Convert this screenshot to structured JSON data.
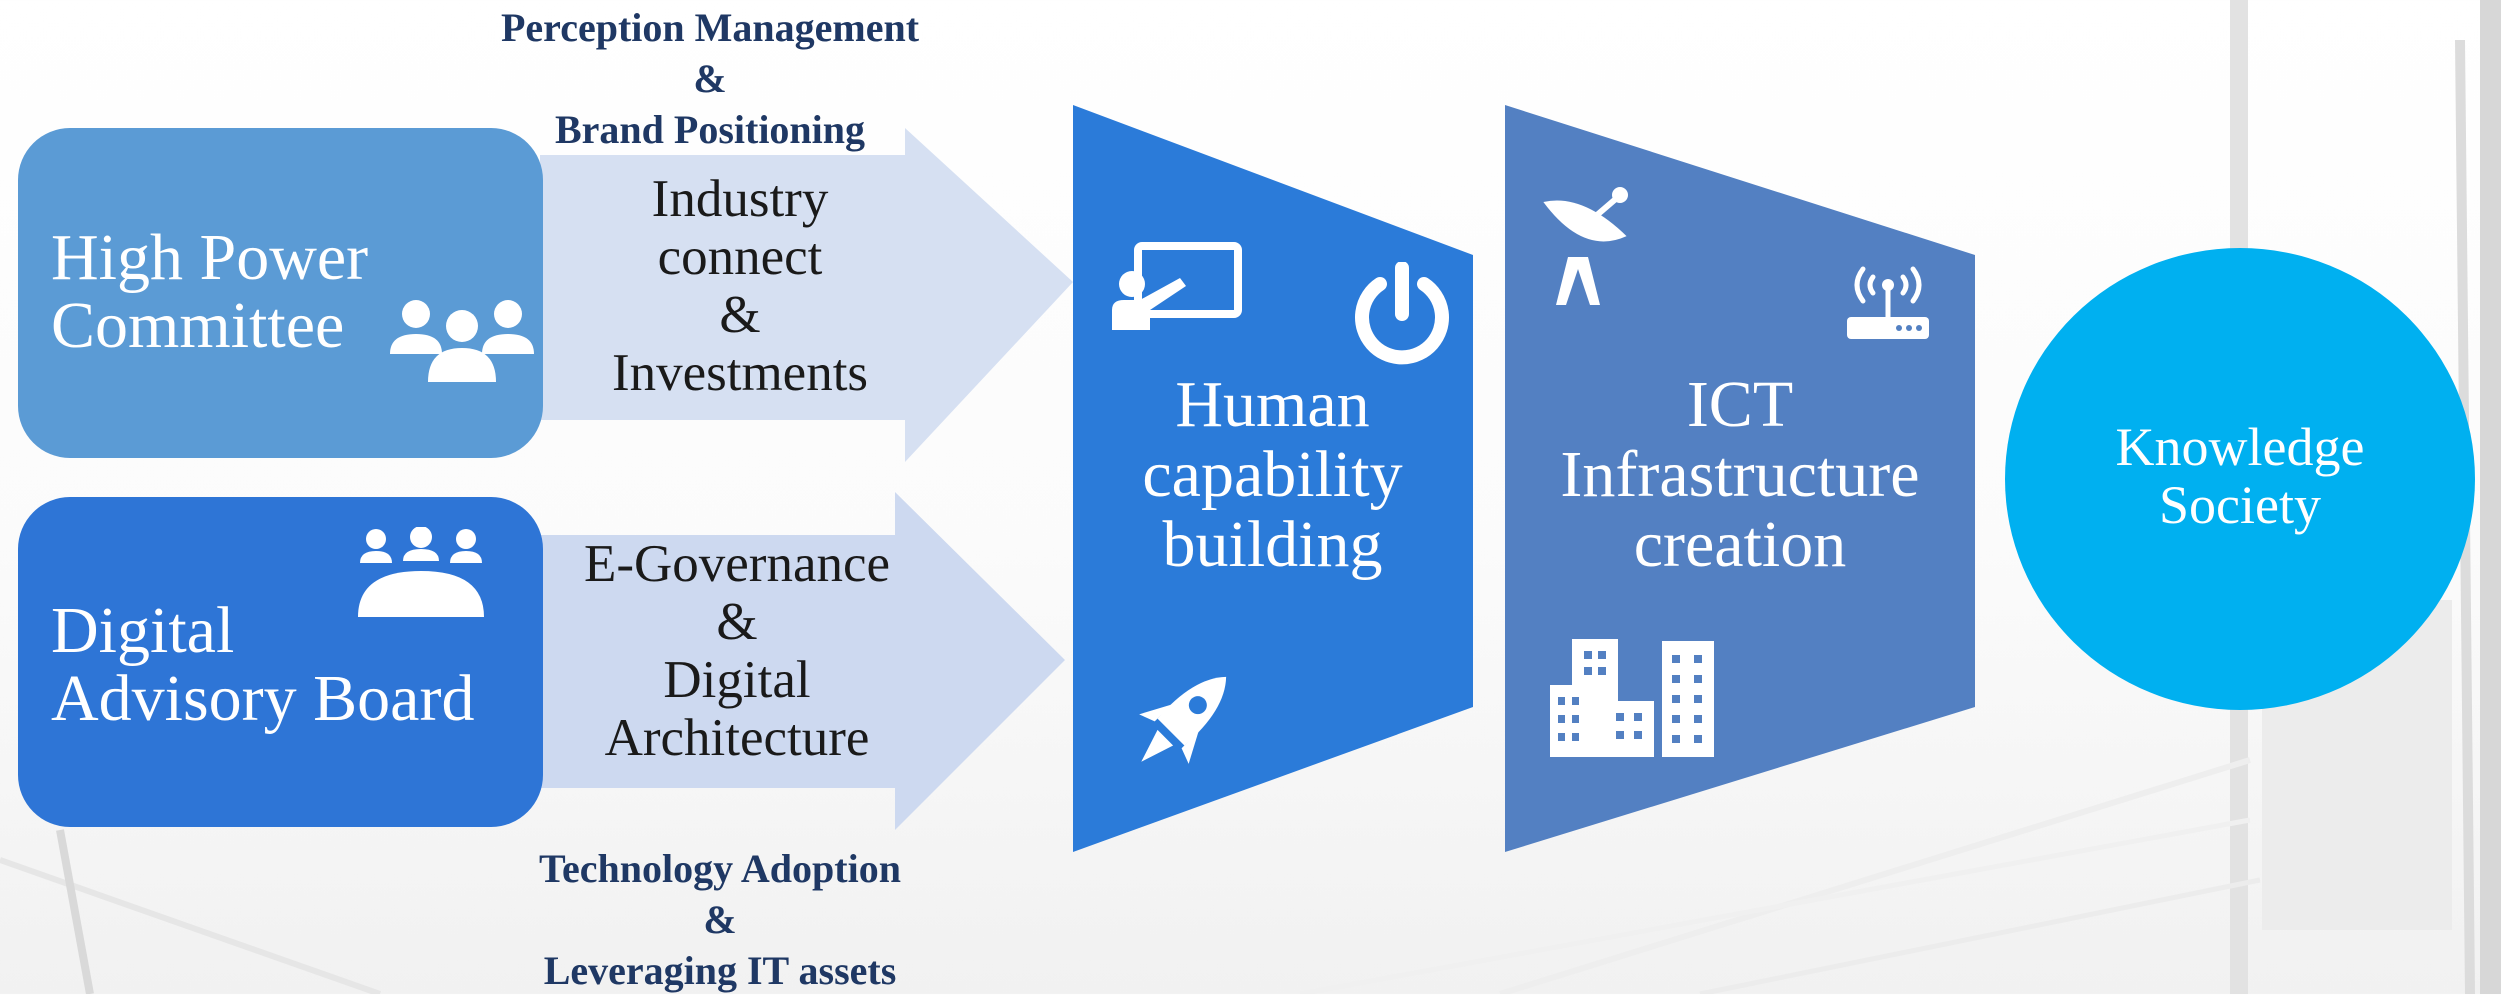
{
  "committees": {
    "high_power": {
      "lines": [
        "High Power",
        "Committee"
      ],
      "icon": "people-group-icon"
    },
    "digital_advisory": {
      "lines": [
        "Digital",
        "Advisory Board"
      ],
      "icon": "meeting-table-icon"
    }
  },
  "arrows": {
    "top": {
      "lines": [
        "Industry",
        "connect",
        "&",
        "Investments"
      ]
    },
    "bottom": {
      "lines": [
        "E-Governance",
        "&",
        "Digital",
        "Architecture"
      ]
    }
  },
  "captions": {
    "top": [
      "Perception Management",
      "&",
      "Brand Positioning"
    ],
    "bottom": [
      "Technology Adoption",
      "&",
      "Leveraging IT assets"
    ]
  },
  "stages": {
    "human": {
      "lines": [
        "Human",
        "capability",
        "building"
      ],
      "icons": [
        "presentation-icon",
        "power-icon",
        "rocket-icon"
      ]
    },
    "ict": {
      "lines": [
        "ICT",
        "Infrastructure",
        "creation"
      ],
      "icons": [
        "satellite-dish-icon",
        "wifi-router-icon",
        "buildings-icon"
      ]
    }
  },
  "goal": {
    "lines": [
      "Knowledge",
      "Society"
    ]
  },
  "colors": {
    "box_light": "#5b9bd5",
    "box_dark": "#2e75d6",
    "arrow_fill": "#d6e0f2",
    "human_stage": "#2b7bd9",
    "ict_stage": "#5380c2",
    "circle": "#00b0f0",
    "caption_text": "#1f3864"
  }
}
